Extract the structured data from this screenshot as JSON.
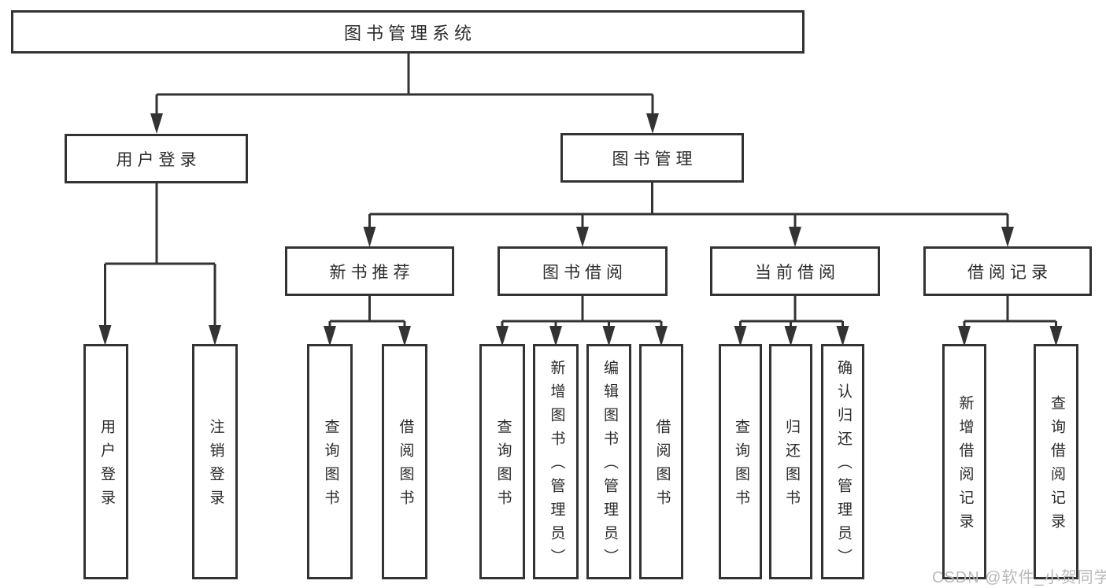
{
  "tree": {
    "root": {
      "label": "图书管理系统"
    },
    "user_login": {
      "label": "用户登录",
      "children": [
        {
          "label": "用户登录"
        },
        {
          "label": "注销登录"
        }
      ]
    },
    "book_mgmt": {
      "label": "图书管理",
      "sections": [
        {
          "label": "新书推荐",
          "children": [
            {
              "label": "查询图书"
            },
            {
              "label": "借阅图书"
            }
          ]
        },
        {
          "label": "图书借阅",
          "children": [
            {
              "label": "查询图书"
            },
            {
              "label": "新增图书（管理员）"
            },
            {
              "label": "编辑图书（管理员）"
            },
            {
              "label": "借阅图书"
            }
          ]
        },
        {
          "label": "当前借阅",
          "children": [
            {
              "label": "查询图书"
            },
            {
              "label": "归还图书"
            },
            {
              "label": "确认归还（管理员）"
            }
          ]
        },
        {
          "label": "借阅记录",
          "children": [
            {
              "label": "新增借阅记录"
            },
            {
              "label": "查询借阅记录"
            }
          ]
        }
      ]
    }
  },
  "watermark": {
    "text": "CSDN @软件_小贺同学"
  },
  "colors": {
    "line": "#333333",
    "box_border": "#333333",
    "text": "#2b2b2b",
    "watermark": "#b9b9b9",
    "background": "#ffffff"
  }
}
